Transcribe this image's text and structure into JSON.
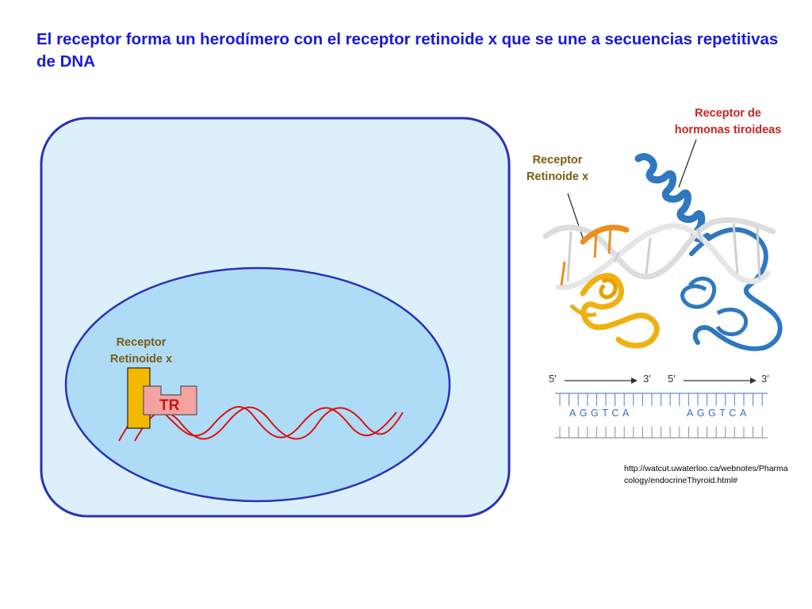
{
  "title": "El receptor forma un herodímero con el receptor retinoide x que se une a secuencias repetitivas de DNA",
  "cell_label": {
    "line1": "Receptor",
    "line2": "Retinoide x"
  },
  "tr_label": "TR",
  "structure_labels": {
    "rxr_line1": "Receptor",
    "rxr_line2": "Retinoide x",
    "thr_line1": "Receptor de",
    "thr_line2": "hormonas tiroideas"
  },
  "sequence": {
    "five_prime": "5′",
    "three_prime": "3′",
    "motif_1": "AGGTCA",
    "motif_2": "AGGTCA"
  },
  "source_url": "http://watcut.uwaterloo.ca/webnotes/Pharmacology/endocrineThyroid.html#",
  "colors": {
    "title": "#1a1ad8",
    "cell_fill": "#dcf0fb",
    "nucleus_fill": "#aedcf6",
    "border": "#2a32b8",
    "rxr": "#f5b800",
    "tr": "#f4a3a3",
    "dna": "#dd1111",
    "label_brown": "#7a5c10",
    "label_red": "#cc2222",
    "protein_blue": "#2f78c0",
    "protein_orange": "#e89020"
  }
}
